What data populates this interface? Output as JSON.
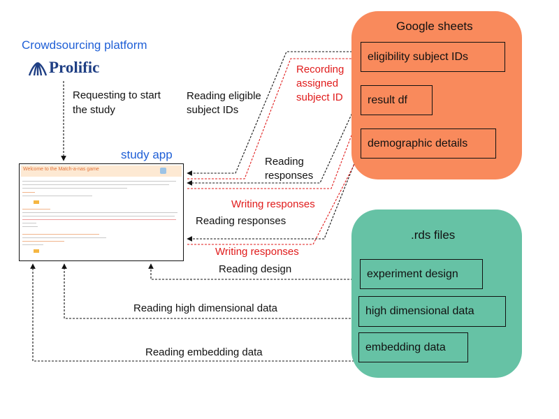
{
  "platform": {
    "title": "Crowdsourcing platform",
    "logo_text": "Prolific",
    "request_label_line1": "Requesting to start",
    "request_label_line2": "the study"
  },
  "app": {
    "label": "study app",
    "window_title": "Welcome to the Match-a-nas game"
  },
  "google_sheets": {
    "title": "Google sheets",
    "boxes": [
      "eligibility subject IDs",
      "result df",
      "demographic details"
    ]
  },
  "rds_files": {
    "title": ".rds files",
    "boxes": [
      "experiment design",
      "high dimensional data",
      "embedding data"
    ]
  },
  "flows": {
    "reading_eligible_line1": "Reading eligible",
    "reading_eligible_line2": "subject IDs",
    "recording_line1": "Recording",
    "recording_line2": "assigned",
    "recording_line3": "subject ID",
    "reading_responses_1_line1": "Reading",
    "reading_responses_1_line2": "responses",
    "writing_responses_1": "Writing responses",
    "reading_responses_2": "Reading responses",
    "writing_responses_2": "Writing responses",
    "reading_design": "Reading design",
    "reading_high_dim": "Reading high dimensional data",
    "reading_embedding": "Reading embedding data"
  },
  "colors": {
    "google_sheets_panel": "#f98a5c",
    "rds_panel": "#66c2a5",
    "title_blue": "#1f5fd6",
    "write_red": "#e01b1b",
    "prolific_navy": "#1f3f84"
  }
}
